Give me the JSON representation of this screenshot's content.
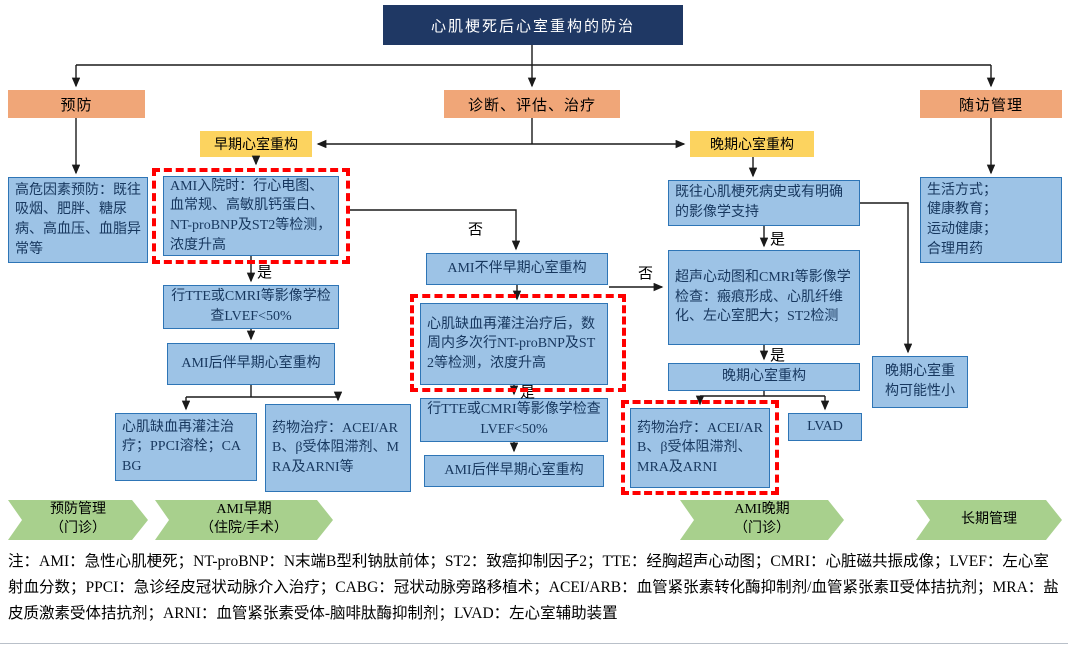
{
  "title": "心肌梗死后心室重构的防治",
  "branches": {
    "prevention": "预防",
    "diagnosis": "诊断、评估、治疗",
    "followup": "随访管理"
  },
  "stages": {
    "early": "早期心室重构",
    "late": "晚期心室重构"
  },
  "decision_labels": {
    "yes": "是",
    "no": "否"
  },
  "boxes": {
    "risk_prevention": "高危因素预防：既往吸烟、肥胖、糖尿病、高血压、血脂异常等",
    "ami_admission": "AMI入院时：行心电图、血常规、高敏肌钙蛋白、NT-proBNP及ST2等检测，浓度升高",
    "tte_early": "行TTE或CMRI等影像学检查LVEF<50%",
    "ami_with_early": "AMI后伴早期心室重构",
    "reperfusion_therapy": "心肌缺血再灌注治疗；PPCI溶栓；CABG",
    "drug_therapy_early": "药物治疗：ACEI/ARB、β受体阻滞剂、MRA及ARNI等",
    "ami_without_early": "AMI不伴早期心室重构",
    "post_reperfusion_test": "心肌缺血再灌注治疗后，数周内多次行NT-proBNP及ST2等检测，浓度升高",
    "tte_mid": "行TTE或CMRI等影像学检查LVEF<50%",
    "ami_with_early2": "AMI后伴早期心室重构",
    "prior_mi": "既往心肌梗死病史或有明确的影像学支持",
    "imaging_late": "超声心动图和CMRI等影像学检查：瘢痕形成、心肌纤维化、左心室肥大；ST2检测",
    "late_remodeling": "晚期心室重构",
    "drug_therapy_late": "药物治疗：ACEI/ARB、β受体阻滞剂、MRA及ARNI",
    "lvad": "LVAD",
    "late_unlikely": "晚期心室重构可能性小",
    "lifestyle": "生活方式；\n健康教育；\n运动健康；\n合理用药"
  },
  "phases": [
    {
      "label": "预防管理",
      "sub": "（门诊）"
    },
    {
      "label": "AMI早期",
      "sub": "（住院/手术）"
    },
    {
      "label": "AMI晚期",
      "sub": "（门诊）"
    },
    {
      "label": "长期管理",
      "sub": ""
    }
  ],
  "note": "注：AMI：急性心肌梗死；NT-proBNP：N末端B型利钠肽前体；ST2：致癌抑制因子2；TTE：经胸超声心动图；CMRI：心脏磁共振成像；LVEF：左心室射血分数；PPCI：急诊经皮冠状动脉介入治疗；CABG：冠状动脉旁路移植术；ACEI/ARB：血管紧张素转化酶抑制剂/血管紧张素Ⅱ受体拮抗剂；MRA：盐皮质激素受体拮抗剂；ARNI：血管紧张素受体-脑啡肽酶抑制剂；LVAD：左心室辅助装置",
  "colors": {
    "title_bg": "#1f3864",
    "branch_bg": "#f0a678",
    "stage_bg": "#fcd35f",
    "box_fill": "#9dc3e6",
    "box_border": "#2e75b6",
    "highlight_dash": "#ff0000",
    "phase_bg": "#a8d08d"
  }
}
